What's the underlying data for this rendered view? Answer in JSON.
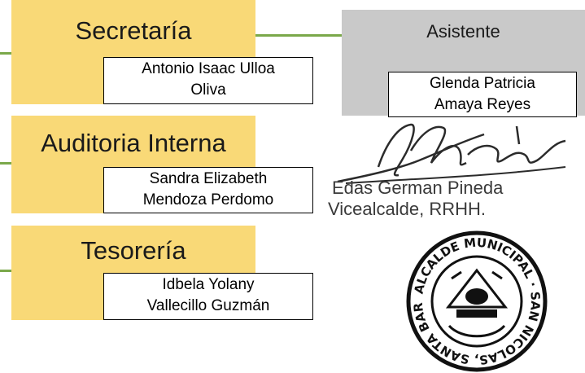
{
  "units": [
    {
      "title": "Secretaría",
      "person_line1": "Antonio Isaac Ulloa",
      "person_line2": "Oliva"
    },
    {
      "title": "Auditoria Interna",
      "person_line1": "Sandra Elizabeth",
      "person_line2": "Mendoza Perdomo"
    },
    {
      "title": "Tesorería",
      "person_line1": "Idbela Yolany",
      "person_line2": "Vallecillo Guzmán"
    }
  ],
  "assistant": {
    "title": "Asistente",
    "person_line1": "Glenda Patricia",
    "person_line2": "Amaya Reyes"
  },
  "signature": {
    "name": "Edas German Pineda",
    "role": "Vicealcalde, RRHH."
  },
  "seal": {
    "text": "ALCALDE MUNICIPAL · SAN NICOLAS, SANTA BARBARA"
  },
  "colors": {
    "unit_fill": "#f9d977",
    "assistant_fill": "#c9c9c9",
    "connector": "#7aa84a"
  }
}
